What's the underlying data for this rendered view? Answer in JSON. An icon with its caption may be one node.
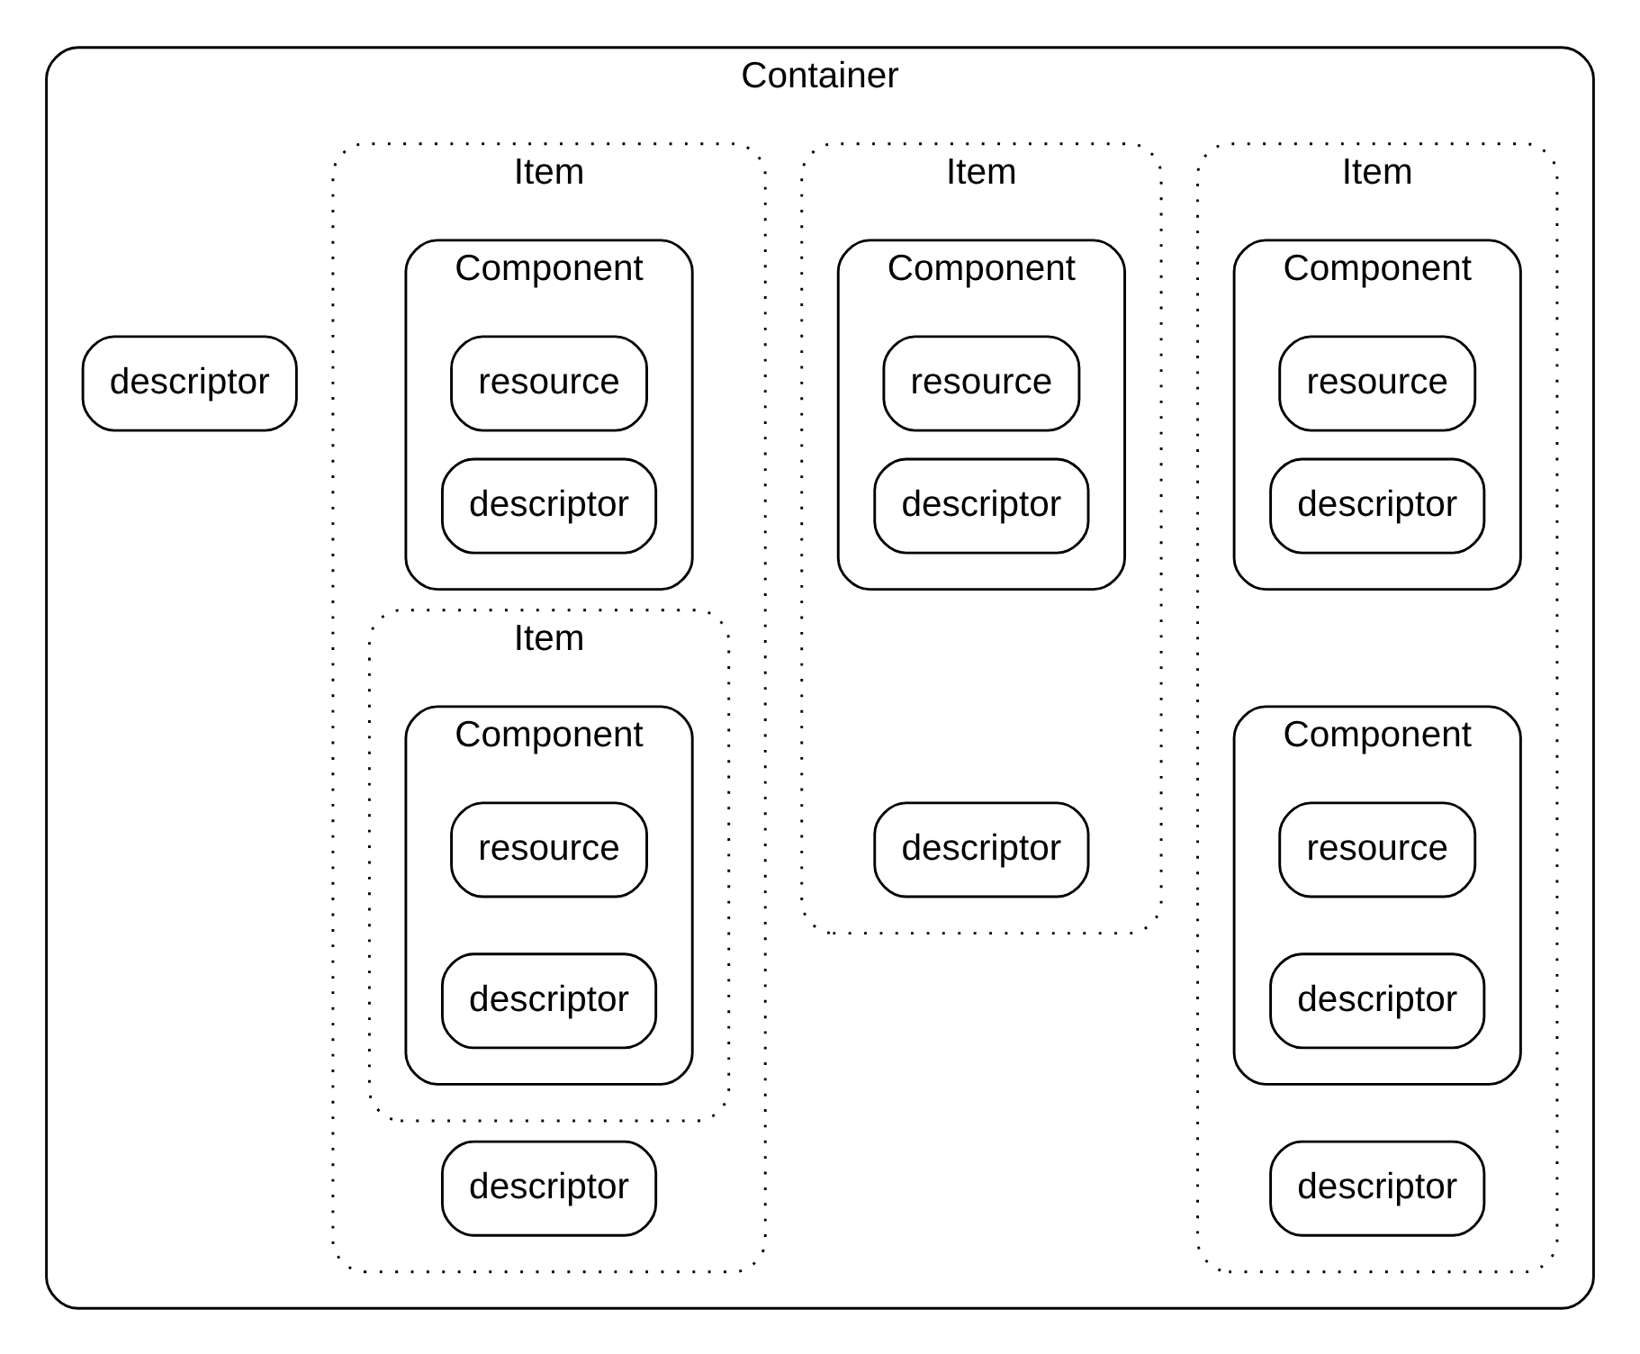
{
  "diagram": {
    "nodes": [
      {
        "text": [
          "Container"
        ]
      },
      {
        "text": [
          "Item"
        ],
        "in": 0
      },
      {
        "text": [
          "Component"
        ],
        "in": 1
      },
      {
        "text": [
          "resource"
        ],
        "in": 2
      },
      {
        "text": [
          "descriptor"
        ],
        "in": 2
      },
      {
        "text": [
          "Component"
        ],
        "in": 1
      },
      {
        "text": [
          "resource"
        ],
        "in": 5
      },
      {
        "text": [
          "descriptor"
        ],
        "in": 5
      },
      {
        "text": [
          "descriptor"
        ],
        "in": 1
      },
      {
        "text": [
          "Item"
        ],
        "in": 0
      },
      {
        "text": [
          "Component"
        ],
        "in": 9
      },
      {
        "text": [
          "resource"
        ],
        "in": 10
      },
      {
        "text": [
          "descriptor"
        ],
        "in": 10
      },
      {
        "text": [
          "descriptor"
        ],
        "in": 9
      },
      {
        "text": [
          "descriptor"
        ],
        "in": 0
      },
      {
        "text": [
          "Item"
        ],
        "in": 0
      },
      {
        "text": [
          "Component"
        ],
        "in": 15
      },
      {
        "text": [
          "resource"
        ],
        "in": 16
      },
      {
        "text": [
          "descriptor"
        ],
        "in": 16
      },
      {
        "text": [
          "Item"
        ],
        "in": 15
      },
      {
        "text": [
          "Component"
        ],
        "in": 19
      },
      {
        "text": [
          "resource"
        ],
        "in": 20
      },
      {
        "text": [
          "descriptor"
        ],
        "in": 20
      },
      {
        "text": [
          "descriptor"
        ],
        "in": 15
      }
    ]
  }
}
